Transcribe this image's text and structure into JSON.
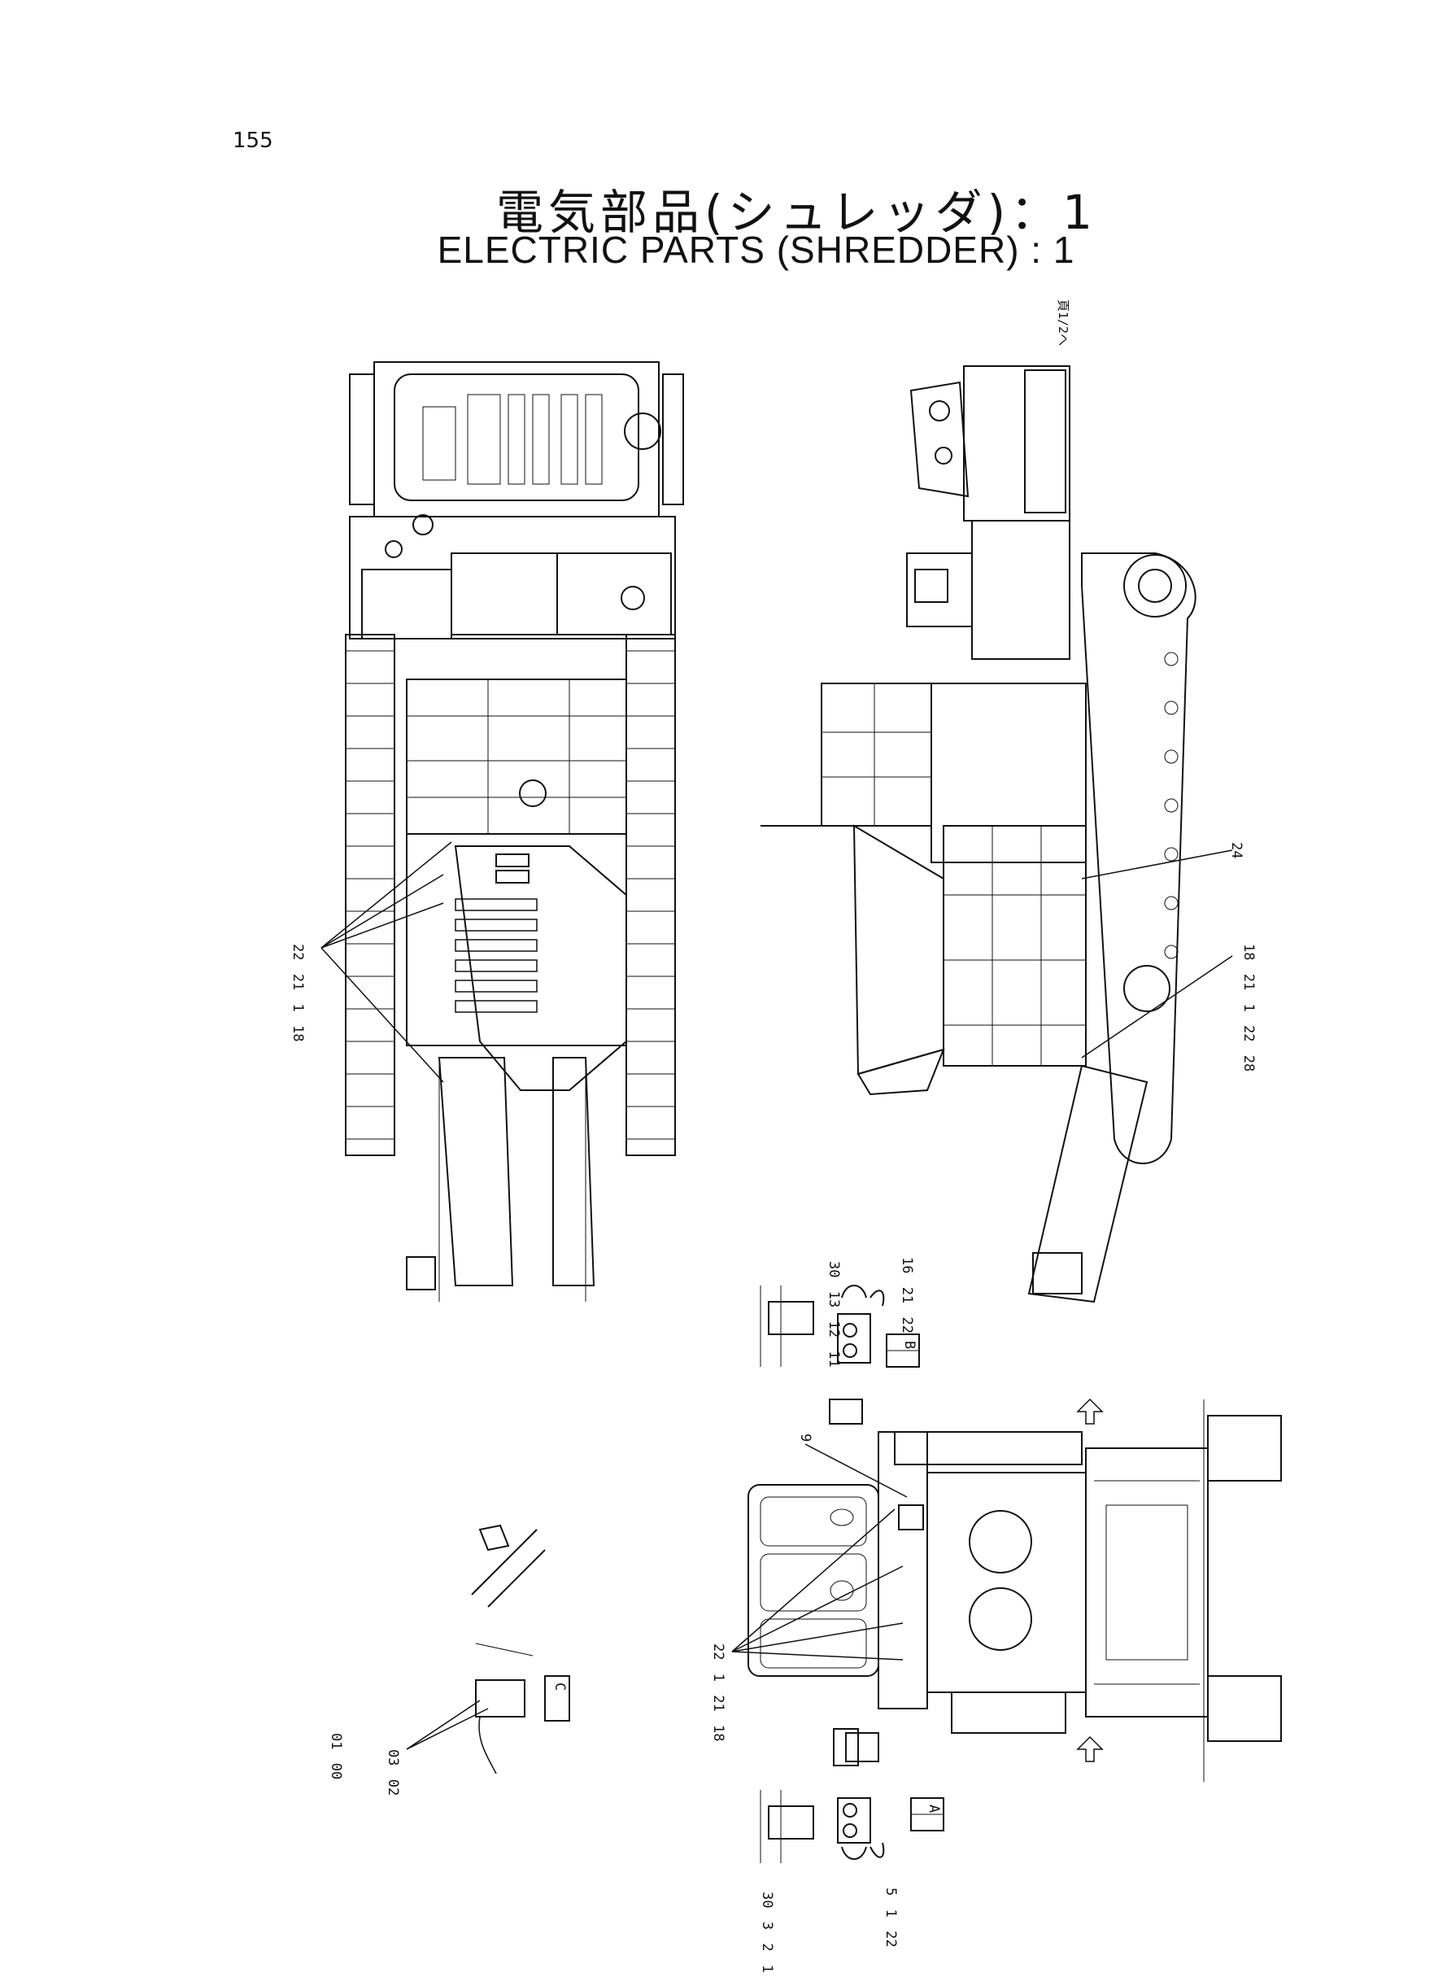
{
  "page_number": "155",
  "title_jp": "電気部品(シュレッダ)：1",
  "title_en": "ELECTRIC  PARTS  (SHREDDER) : 1",
  "callouts": {
    "left_group": [
      "22",
      "21",
      "1",
      "18"
    ],
    "side_24": "24",
    "side_group": [
      "18",
      "21",
      "1",
      "22",
      "28"
    ],
    "detail_b_group": [
      "30",
      "13",
      "12",
      "11"
    ],
    "detail_b_group2": [
      "16",
      "21",
      "22"
    ],
    "view_b": "B",
    "view_a": "A",
    "front_group": [
      "22",
      "1",
      "21",
      "18"
    ],
    "front_9": "9",
    "detail_c_group": [
      "01",
      "00"
    ],
    "detail_c_group2": [
      "03",
      "02"
    ],
    "detail_c_box": "C",
    "bottom_group": [
      "30",
      "3",
      "2",
      "1"
    ],
    "bottom_group2": [
      "5",
      "1",
      "22"
    ],
    "nav_ref": "頁1/2へ"
  }
}
